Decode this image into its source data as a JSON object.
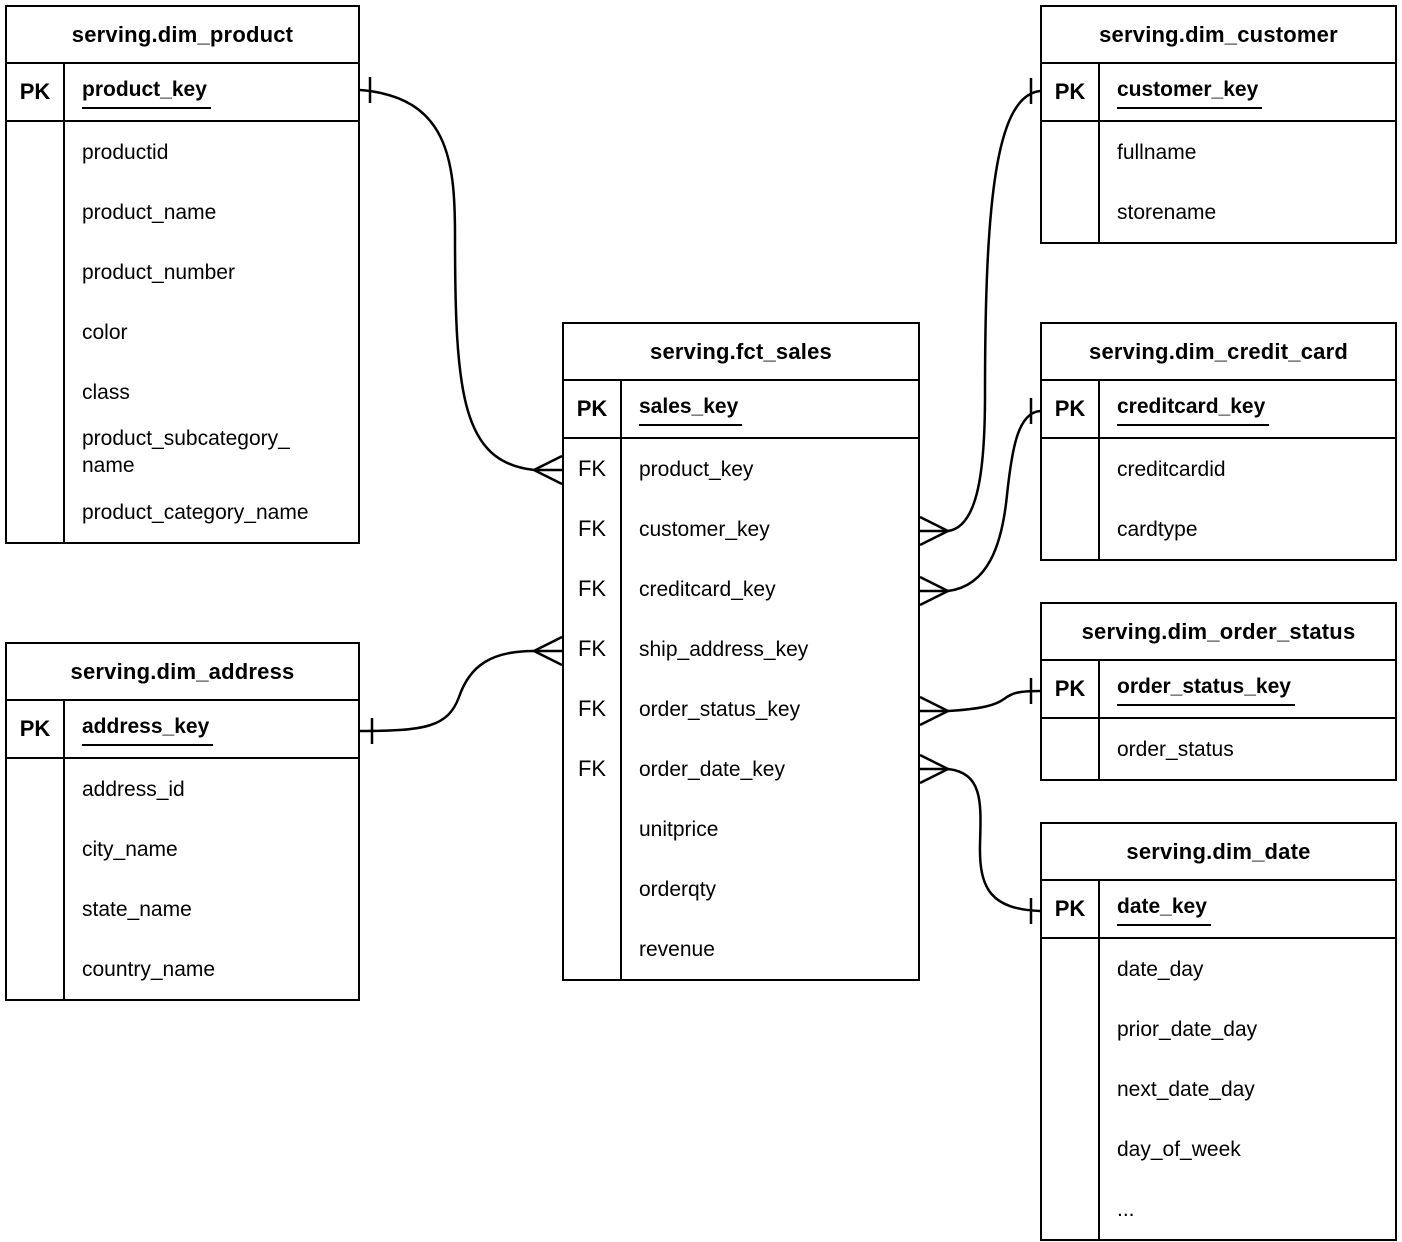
{
  "diagram": {
    "type": "entity-relationship",
    "notation": "crows-foot",
    "colors": {
      "line": "#000000",
      "background": "#ffffff",
      "text": "#000000"
    }
  },
  "entities": [
    {
      "id": "dim_product",
      "title": "serving.dim_product",
      "pk": {
        "tag": "PK",
        "name": "product_key"
      },
      "attributes": [
        {
          "tag": "",
          "name": "productid"
        },
        {
          "tag": "",
          "name": "product_name"
        },
        {
          "tag": "",
          "name": "product_number"
        },
        {
          "tag": "",
          "name": "color"
        },
        {
          "tag": "",
          "name": "class"
        },
        {
          "tag": "",
          "name": "product_subcategory_name"
        },
        {
          "tag": "",
          "name": "product_category_name"
        }
      ]
    },
    {
      "id": "dim_customer",
      "title": "serving.dim_customer",
      "pk": {
        "tag": "PK",
        "name": "customer_key"
      },
      "attributes": [
        {
          "tag": "",
          "name": "fullname"
        },
        {
          "tag": "",
          "name": "storename"
        }
      ]
    },
    {
      "id": "fct_sales",
      "title": "serving.fct_sales",
      "pk": {
        "tag": "PK",
        "name": "sales_key"
      },
      "attributes": [
        {
          "tag": "FK",
          "name": "product_key"
        },
        {
          "tag": "FK",
          "name": "customer_key"
        },
        {
          "tag": "FK",
          "name": "creditcard_key"
        },
        {
          "tag": "FK",
          "name": "ship_address_key"
        },
        {
          "tag": "FK",
          "name": "order_status_key"
        },
        {
          "tag": "FK",
          "name": "order_date_key"
        },
        {
          "tag": "",
          "name": "unitprice"
        },
        {
          "tag": "",
          "name": "orderqty"
        },
        {
          "tag": "",
          "name": "revenue"
        }
      ]
    },
    {
      "id": "dim_credit_card",
      "title": "serving.dim_credit_card",
      "pk": {
        "tag": "PK",
        "name": "creditcard_key"
      },
      "attributes": [
        {
          "tag": "",
          "name": "creditcardid"
        },
        {
          "tag": "",
          "name": "cardtype"
        }
      ]
    },
    {
      "id": "dim_order_status",
      "title": "serving.dim_order_status",
      "pk": {
        "tag": "PK",
        "name": "order_status_key"
      },
      "attributes": [
        {
          "tag": "",
          "name": "order_status"
        }
      ]
    },
    {
      "id": "dim_date",
      "title": "serving.dim_date",
      "pk": {
        "tag": "PK",
        "name": "date_key"
      },
      "attributes": [
        {
          "tag": "",
          "name": "date_day"
        },
        {
          "tag": "",
          "name": "prior_date_day"
        },
        {
          "tag": "",
          "name": "next_date_day"
        },
        {
          "tag": "",
          "name": "day_of_week"
        },
        {
          "tag": "",
          "name": "..."
        }
      ]
    },
    {
      "id": "dim_address",
      "title": "serving.dim_address",
      "pk": {
        "tag": "PK",
        "name": "address_key"
      },
      "attributes": [
        {
          "tag": "",
          "name": "address_id"
        },
        {
          "tag": "",
          "name": "city_name"
        },
        {
          "tag": "",
          "name": "state_name"
        },
        {
          "tag": "",
          "name": "country_name"
        }
      ]
    }
  ],
  "relationships": [
    {
      "name": "fct-sales-to-dim-product",
      "from_table": "serving.fct_sales",
      "from_field": "product_key",
      "from_cardinality": "many",
      "to_table": "serving.dim_product",
      "to_field": "product_key",
      "to_cardinality": "one"
    },
    {
      "name": "fct-sales-to-dim-address",
      "from_table": "serving.fct_sales",
      "from_field": "ship_address_key",
      "from_cardinality": "many",
      "to_table": "serving.dim_address",
      "to_field": "address_key",
      "to_cardinality": "one"
    },
    {
      "name": "fct-sales-to-dim-customer",
      "from_table": "serving.fct_sales",
      "from_field": "customer_key",
      "from_cardinality": "many",
      "to_table": "serving.dim_customer",
      "to_field": "customer_key",
      "to_cardinality": "one"
    },
    {
      "name": "fct-sales-to-dim-credit-card",
      "from_table": "serving.fct_sales",
      "from_field": "creditcard_key",
      "from_cardinality": "many",
      "to_table": "serving.dim_credit_card",
      "to_field": "creditcard_key",
      "to_cardinality": "one"
    },
    {
      "name": "fct-sales-to-dim-order-status",
      "from_table": "serving.fct_sales",
      "from_field": "order_status_key",
      "from_cardinality": "many",
      "to_table": "serving.dim_order_status",
      "to_field": "order_status_key",
      "to_cardinality": "one"
    },
    {
      "name": "fct-sales-to-dim-date",
      "from_table": "serving.fct_sales",
      "from_field": "order_date_key",
      "from_cardinality": "many",
      "to_table": "serving.dim_date",
      "to_field": "date_key",
      "to_cardinality": "one"
    }
  ]
}
